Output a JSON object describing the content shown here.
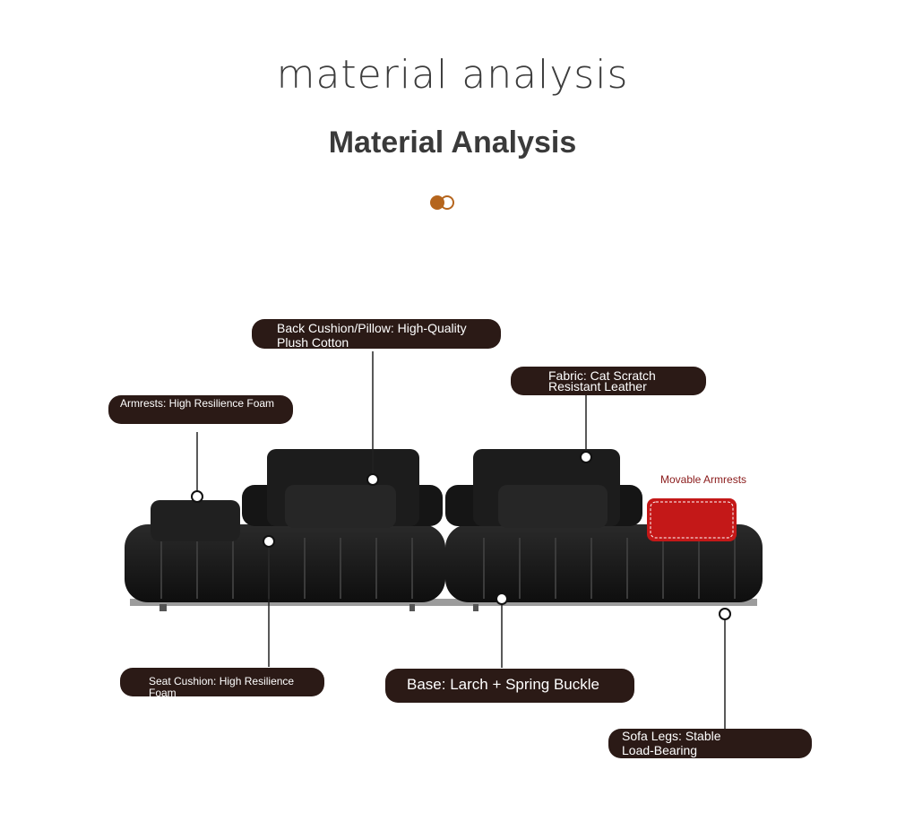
{
  "header": {
    "title_light": "material analysis",
    "title_bold": "Material Analysis"
  },
  "callouts": {
    "back_cushion": "Back Cushion/Pillow: High-Quality Plush Cotton",
    "armrests": "Armrests: High Resilience Foam",
    "fabric": "Fabric: Cat Scratch Resistant Leather",
    "movable": "Movable Armrests",
    "seat_cushion": "Seat Cushion: High Resilience Foam",
    "base": "Base: Larch + Spring Buckle",
    "sofa_legs": "Sofa Legs: Stable Load-Bearing"
  },
  "colors": {
    "callout_bg": "#2b1a16",
    "leather": "#1a1a1a",
    "armrest_red": "#c41818",
    "accent_orange": "#b5651d"
  }
}
